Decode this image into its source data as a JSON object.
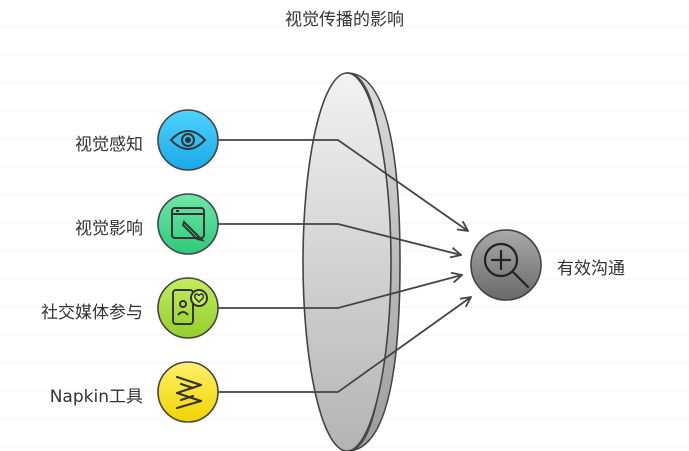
{
  "title": "视觉传播的影响",
  "sources": [
    {
      "label": "视觉感知",
      "icon": "eye-icon",
      "color_top": "#4fd3ff",
      "color_bottom": "#19a8e8"
    },
    {
      "label": "视觉影响",
      "icon": "image-pencil-icon",
      "color_top": "#6ee8a6",
      "color_bottom": "#2ec97c"
    },
    {
      "label": "社交媒体参与",
      "icon": "phone-heart-icon",
      "color_top": "#c4ec5e",
      "color_bottom": "#93cf2b"
    },
    {
      "label": "Napkin工具",
      "icon": "napkin-icon",
      "color_top": "#fff06a",
      "color_bottom": "#f0d400"
    }
  ],
  "target": {
    "label": "有效沟通",
    "icon": "magnifier-plus-icon",
    "color_top": "#a9a9a9",
    "color_bottom": "#6a6a6a"
  },
  "colors": {
    "stroke": "#444444",
    "lens_light": "#f2f2f2",
    "lens_dark": "#b4b4b4"
  }
}
